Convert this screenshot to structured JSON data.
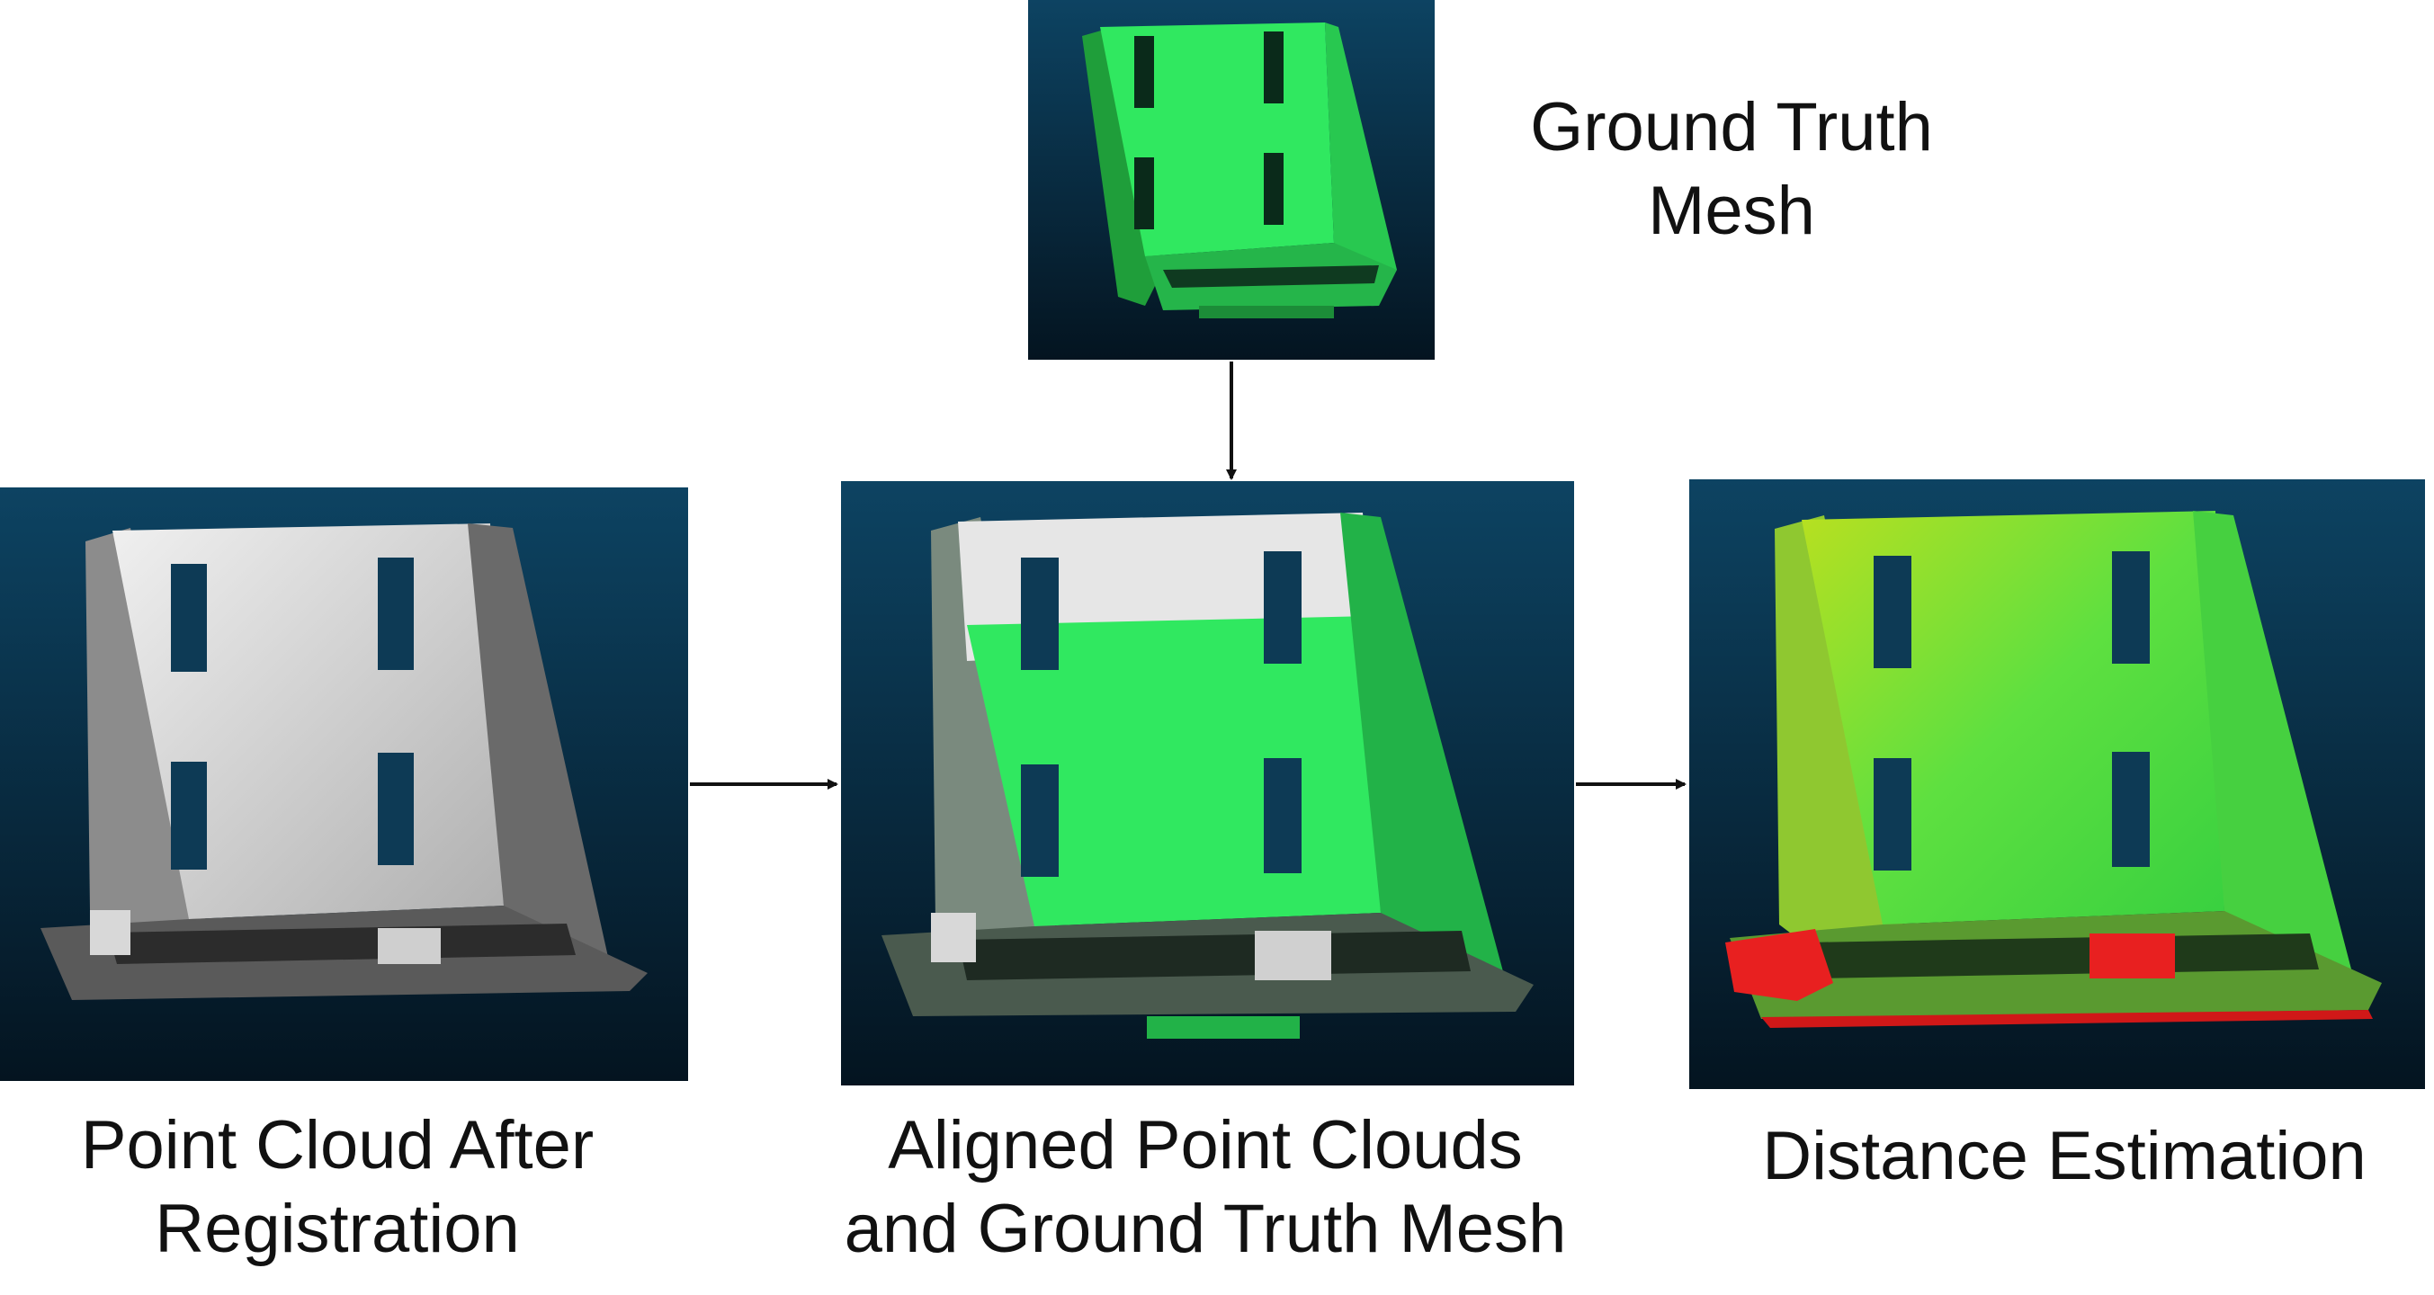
{
  "captions": {
    "ground_truth": "Ground Truth\nMesh",
    "point_cloud": "Point Cloud After\nRegistration",
    "aligned": "Aligned Point Clouds\nand Ground Truth Mesh",
    "distance": "Distance Estimation"
  },
  "colors": {
    "background_top": "#0c3d5a",
    "background_bottom": "#04121d",
    "mesh_green": "#2ee85a",
    "cloud_white": "#e8e8e8",
    "cloud_gray": "#8a8a8a",
    "distance_yellow": "#b8e020",
    "distance_red": "#e82020",
    "arrow": "#111111"
  }
}
